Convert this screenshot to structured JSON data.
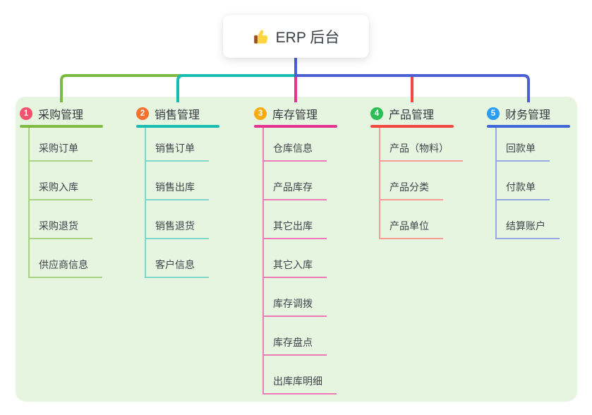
{
  "root": {
    "title": "ERP 后台",
    "icon": "thumbs-up-icon"
  },
  "mindmap": {
    "colors": {
      "panel_bg": "#e6f5e0",
      "root_connector": "#4c5ed3"
    },
    "branches": [
      {
        "number": "1",
        "label": "采购管理",
        "badge_color": "#f4516c",
        "line_color": "#7dbb40",
        "item_color": "#a9d284",
        "items": [
          "采购订单",
          "采购入库",
          "采购退货",
          "供应商信息"
        ]
      },
      {
        "number": "2",
        "label": "销售管理",
        "badge_color": "#f7722e",
        "line_color": "#17bcb0",
        "item_color": "#7fd6ca",
        "items": [
          "销售订单",
          "销售出库",
          "销售退货",
          "客户信息"
        ]
      },
      {
        "number": "3",
        "label": "库存管理",
        "badge_color": "#f9ab13",
        "line_color": "#e5338f",
        "item_color": "#f07ab8",
        "items": [
          "仓库信息",
          "产品库存",
          "其它出库",
          "其它入库",
          "库存调拨",
          "库存盘点",
          "出库库明细"
        ]
      },
      {
        "number": "4",
        "label": "产品管理",
        "badge_color": "#2dbd55",
        "line_color": "#f4473f",
        "item_color": "#f79c95",
        "items": [
          "产品（物料）",
          "产品分类",
          "产品单位"
        ]
      },
      {
        "number": "5",
        "label": "财务管理",
        "badge_color": "#2b9df3",
        "line_color": "#3e66d9",
        "item_color": "#94a9df",
        "items": [
          "回款单",
          "付款单",
          "结算账户"
        ]
      }
    ]
  }
}
